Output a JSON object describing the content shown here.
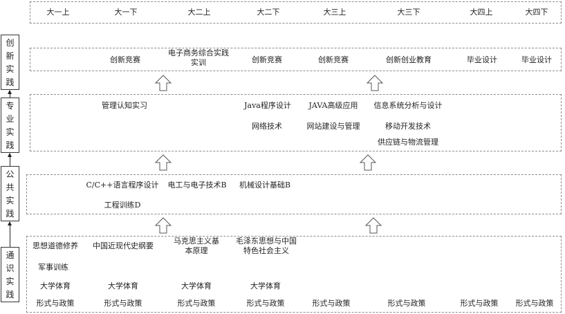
{
  "semesters": [
    "大一上",
    "大一下",
    "大二上",
    "大二下",
    "大三上",
    "大三下",
    "大四上",
    "大四下"
  ],
  "levels": {
    "innovation": "创新实践",
    "professional": "专业实践",
    "public": "公共实践",
    "general": "通识实践"
  },
  "innovation": {
    "c1": "创新竞赛",
    "c2": "电子商务综合实践实训",
    "c3": "创新竞赛",
    "c4": "创新竞赛",
    "c5": "创新创业教育",
    "c6": "毕业设计",
    "c7": "毕业设计"
  },
  "professional": {
    "p1": "管理认知实习",
    "p2": "Java程序设计",
    "p3": "JAVA高级应用",
    "p4": "信息系统分析与设计",
    "p5": "网络技术",
    "p6": "网站建设与管理",
    "p7": "移动开发技术",
    "p8": "供应链与物流管理"
  },
  "public": {
    "u1": "C/C++语言程序设计",
    "u2": "电工与电子技术B",
    "u3": "机械设计基础B",
    "u4": "工程训练D"
  },
  "general": {
    "g1": "思想道德修养",
    "g2": "中国近现代史纲要",
    "g3": "马克思主义基本原理",
    "g4": "毛泽东思想与中国特色社会主义",
    "g5": "军事训练",
    "pe": [
      "大学体育",
      "大学体育",
      "大学体育",
      "大学体育"
    ],
    "policy": [
      "形式与政策",
      "形式与政策",
      "形式与政策",
      "形式与政策",
      "形式与政策",
      "形式与政策",
      "形式与政策",
      "形式与政策"
    ]
  }
}
